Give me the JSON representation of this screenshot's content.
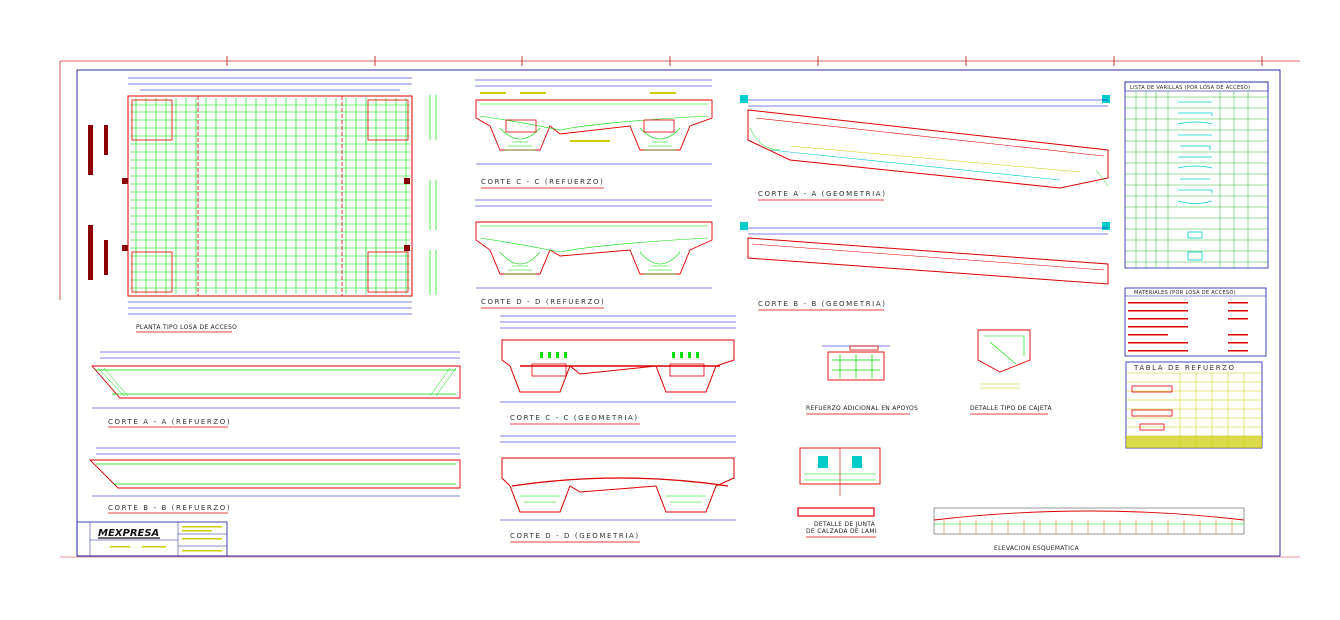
{
  "drawing": {
    "panels": {
      "planta": "PLANTA TIPO LOSA DE ACCESO",
      "corte_aa_ref": "CORTE  A - A (REFUERZO)",
      "corte_bb_ref": "CORTE  B - B (REFUERZO)",
      "corte_cc_ref": "CORTE  C - C (REFUERZO)",
      "corte_dd_ref": "CORTE  D - D (REFUERZO)",
      "corte_cc_geo": "CORTE  C - C (GEOMETRIA)",
      "corte_dd_geo": "CORTE  D - D (GEOMETRIA)",
      "corte_aa_geo": "CORTE  A - A (GEOMETRIA)",
      "corte_bb_geo": "CORTE  B - B (GEOMETRIA)",
      "refuerzo_apoyos": "REFUERZO ADICIONAL EN APOYOS",
      "detalle_cajeta": "DETALLE TIPO DE CAJETA",
      "detalle_junta_1": "DETALLE DE JUNTA",
      "detalle_junta_2": "DE CALZADA DE LAMI",
      "elevacion": "ELEVACION ESQUEMATICA"
    },
    "tables": {
      "varillas_title": "LISTA DE VARILLAS (POR LOSA DE ACCESO)",
      "materiales_title": "MATERIALES (POR LOSA DE ACCESO)",
      "refuerzo_title": "TABLA  DE  REFUERZO"
    },
    "title_block": {
      "logo": "MEXPRESA"
    },
    "colors": {
      "rebar": "#00dd00",
      "concrete": "#dd0000",
      "dimension": "#0000cc",
      "annotation": "#cccc00",
      "border": "#1a1aa6"
    }
  }
}
